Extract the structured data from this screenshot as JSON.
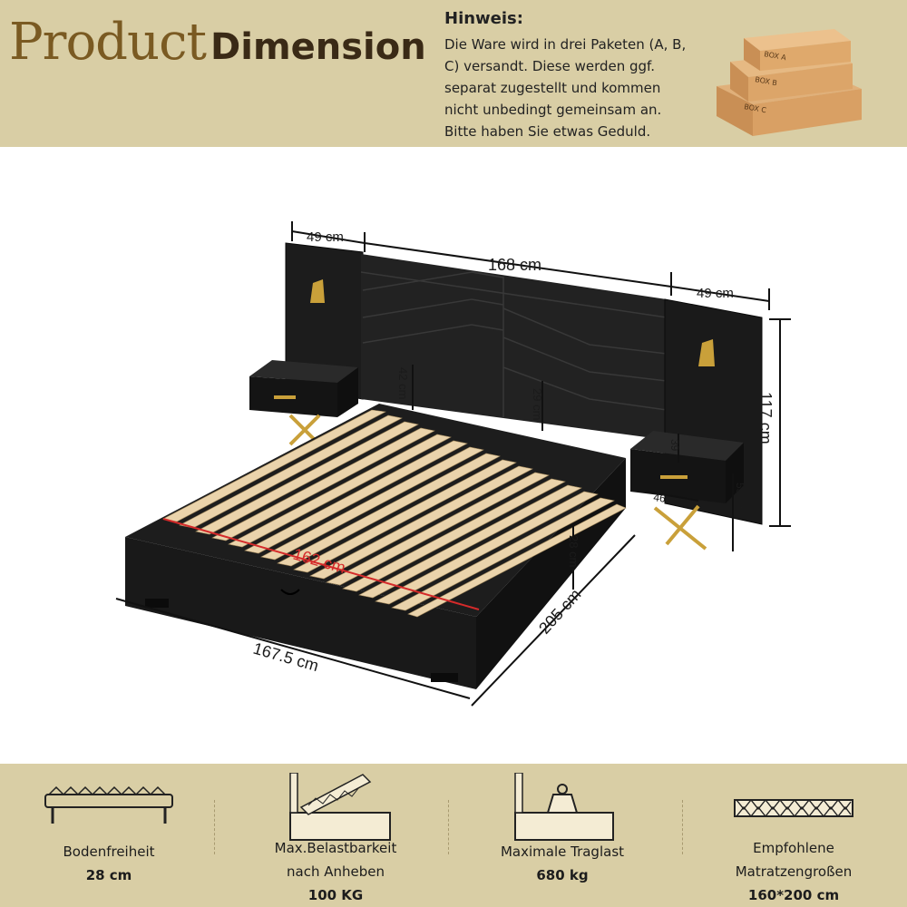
{
  "header": {
    "title_big": "Product",
    "title_small": "Dimension",
    "hinweis_title": "Hinweis:",
    "hinweis_text": "Die Ware wird in drei Paketen (A, B,\nC) versandt. Diese werden ggf.\nseparat zugestellt und kommen\nnicht unbedingt gemeinsam an.\nBitte haben Sie etwas Geduld.",
    "boxes": [
      "BOX A",
      "BOX B",
      "BOX C"
    ]
  },
  "dimensions": {
    "left_wing_width": "49 cm",
    "headboard_width": "168 cm",
    "right_wing_width": "49 cm",
    "total_height": "117 cm",
    "headboard_left_height": "42 cm",
    "headboard_center_height": "29 cm",
    "nightstand_height": "39",
    "nightstand_width": "46 cm",
    "nightstand_total_height": "53 cm",
    "slat_length": "162 cm",
    "frame_height": "28 cm",
    "bed_length": "205 cm",
    "bed_width": "167.5 cm"
  },
  "features": [
    {
      "label": "Bodenfreiheit",
      "value": "28 cm",
      "icon": "bed-clearance-icon"
    },
    {
      "label": "Max.Belastbarkeit\nnach Anheben",
      "value": "100 KG",
      "icon": "lifted-storage-icon"
    },
    {
      "label": "Maximale Traglast",
      "value": "680 kg",
      "icon": "weight-load-icon"
    },
    {
      "label": "Empfohlene\nMatratzengroßen",
      "value": "160*200 cm",
      "icon": "mattress-icon"
    }
  ],
  "colors": {
    "accent": "#7a5a22",
    "background": "#d9cea5",
    "bed": "#161616",
    "gold": "#c9a03a",
    "slats": "#e8d0a8",
    "highlight": "#d42a2a"
  }
}
